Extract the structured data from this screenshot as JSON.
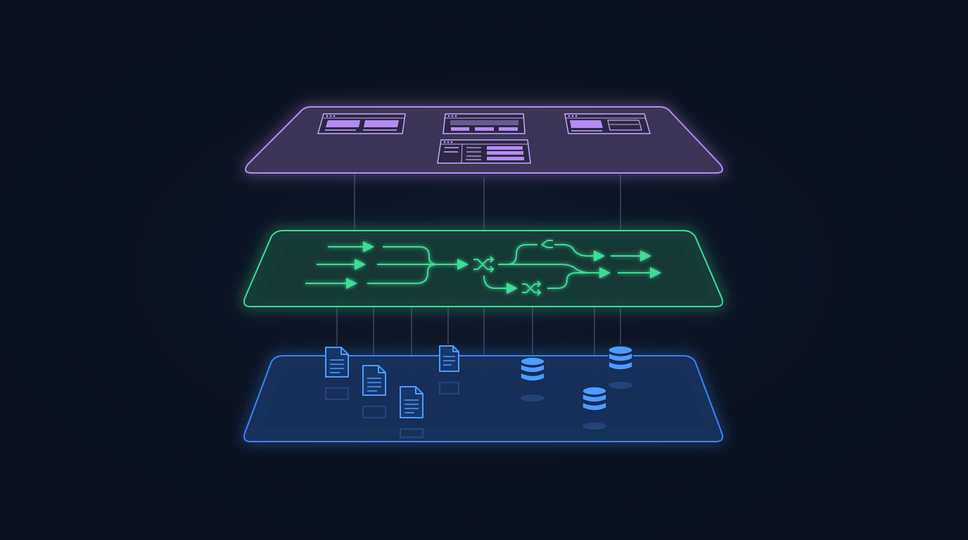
{
  "colors": {
    "background": "#0b1220",
    "ui_layer": "#b48cf2",
    "ui_fill": "#3c3556",
    "logic_layer": "#3ddc97",
    "logic_fill": "#163a36",
    "data_layer": "#3b82f6",
    "data_fill": "#14305a",
    "connector": "#8aa0c0"
  },
  "layers": [
    {
      "id": "ui",
      "icons": [
        "window-icon",
        "window-icon",
        "window-icon",
        "window-icon"
      ]
    },
    {
      "id": "logic",
      "icons": [
        "arrow-icon",
        "shuffle-icon",
        "split-icon",
        "merge-icon"
      ]
    },
    {
      "id": "data",
      "icons": [
        "document-icon",
        "document-icon",
        "document-icon",
        "document-icon",
        "database-icon",
        "database-icon",
        "database-icon"
      ]
    }
  ]
}
